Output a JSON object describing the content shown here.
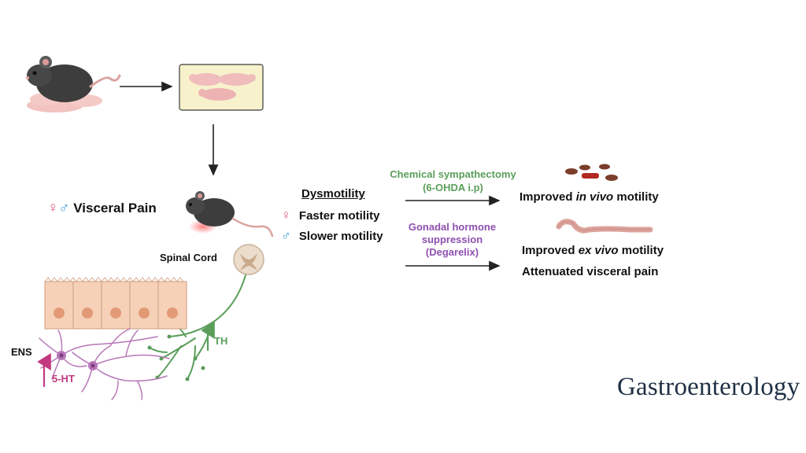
{
  "labels": {
    "visceral_pain": "Visceral Pain",
    "dysmotility_title": "Dysmotility",
    "faster_motility": "Faster motility",
    "slower_motility": "Slower motility",
    "spinal_cord": "Spinal Cord",
    "ens": "ENS",
    "ht": "5-HT",
    "th": "TH"
  },
  "treatments": {
    "sympathectomy_line1": "Chemical sympathectomy",
    "sympathectomy_line2": "(6-OHDA i.p)",
    "hormone_line1": "Gonadal hormone",
    "hormone_line2": "suppression",
    "hormone_line3": "(Degarelix)"
  },
  "outcomes": {
    "invivo_prefix": "Improved ",
    "invivo_em": "in vivo",
    "invivo_suffix": " motility",
    "exvivo_prefix": "Improved ",
    "exvivo_em": "ex vivo",
    "exvivo_suffix": " motility",
    "pain": "Attenuated visceral pain"
  },
  "symbols": {
    "female": "♀",
    "male": "♂"
  },
  "journal": "Gastroenterology",
  "colors": {
    "green": "#5a9e5a",
    "purple": "#8e4fb0",
    "pink": "#c2397f",
    "female_symbol": "#e0607a",
    "male_symbol": "#3c9ad6",
    "brand": "#1f2f44"
  }
}
